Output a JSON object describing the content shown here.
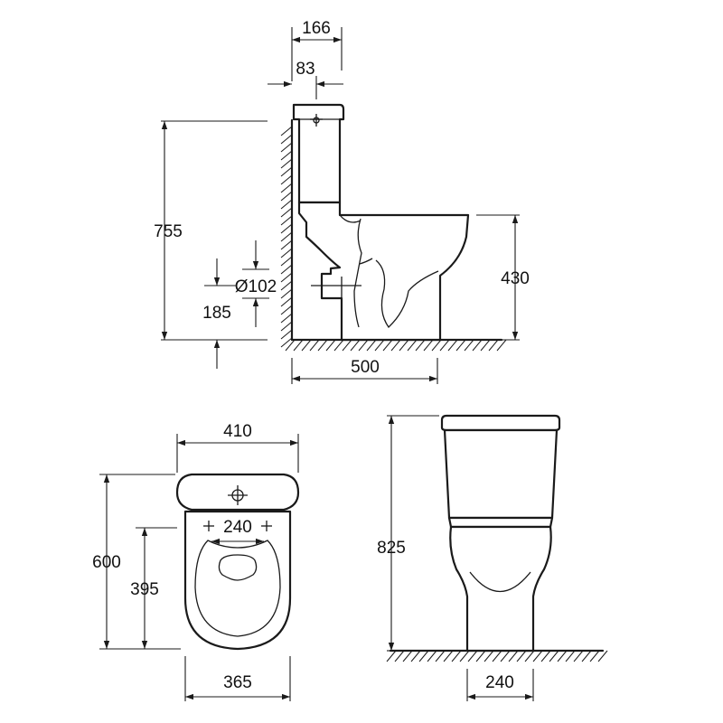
{
  "dimensions": {
    "side_view": {
      "tank_depth": "166",
      "tank_offset": "83",
      "total_height": "755",
      "outlet_diameter": "Ø102",
      "outlet_height": "185",
      "seat_height": "430",
      "total_depth": "500"
    },
    "top_view": {
      "width": "410",
      "hole_spacing": "240",
      "length": "600",
      "seat_length": "395",
      "bowl_width": "365"
    },
    "front_view": {
      "height": "825",
      "base_width": "240"
    }
  },
  "colors": {
    "line": "#1a1a1a",
    "background": "#ffffff"
  }
}
